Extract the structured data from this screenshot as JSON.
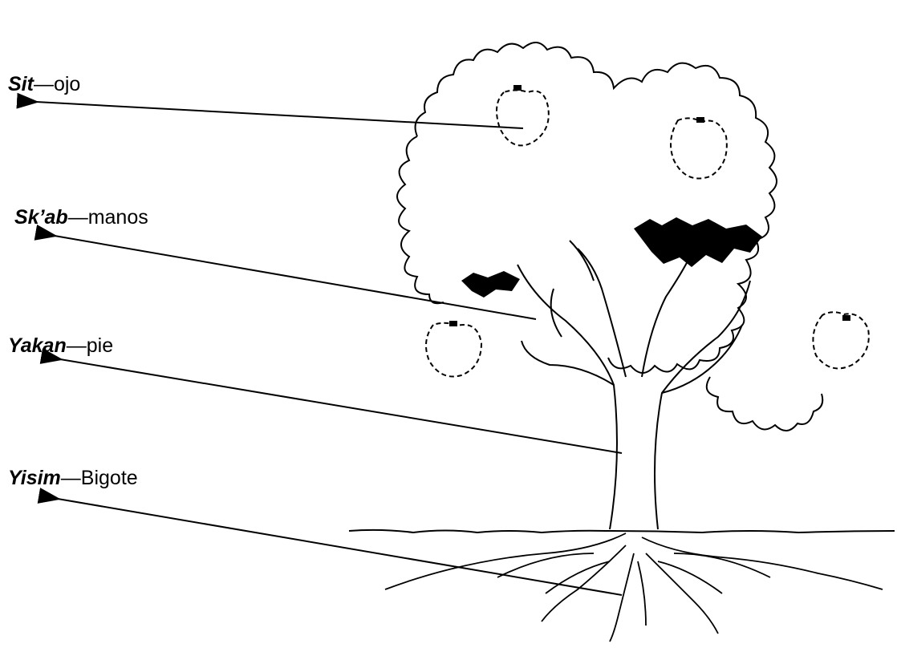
{
  "labels": [
    {
      "term": "Sit",
      "separator": "—",
      "meaning": "ojo",
      "points_to": "apples in canopy"
    },
    {
      "term": "Sk’ab",
      "separator": "—",
      "meaning": "manos",
      "points_to": "branches"
    },
    {
      "term": "Yakan",
      "separator": "—",
      "meaning": "pie",
      "points_to": "trunk"
    },
    {
      "term": "Yisim",
      "separator": "—",
      "meaning": "Bigote",
      "points_to": "roots"
    }
  ],
  "colors": {
    "ink": "#000000",
    "paper": "#ffffff"
  }
}
